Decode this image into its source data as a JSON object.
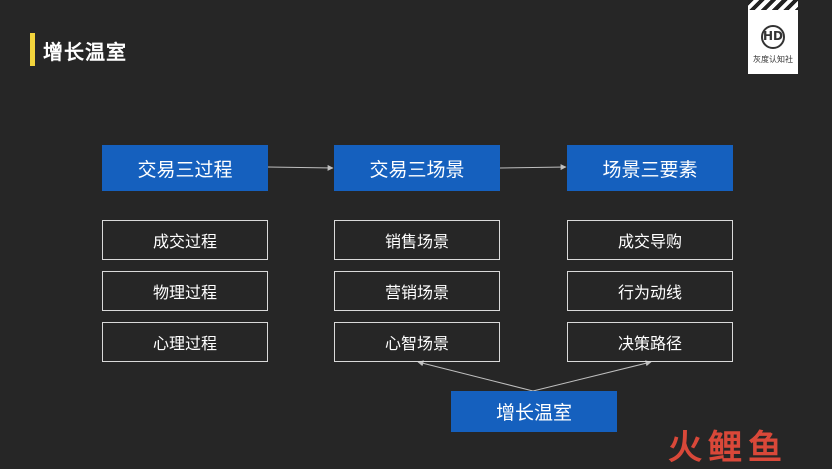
{
  "header": {
    "title": "增长温室"
  },
  "logo": {
    "mark": "HD",
    "caption": "灰度认知社"
  },
  "columns": [
    {
      "heading": "交易三过程",
      "items": [
        "成交过程",
        "物理过程",
        "心理过程"
      ]
    },
    {
      "heading": "交易三场景",
      "items": [
        "销售场景",
        "营销场景",
        "心智场景"
      ]
    },
    {
      "heading": "场景三要素",
      "items": [
        "成交导购",
        "行为动线",
        "决策路径"
      ]
    }
  ],
  "bottom": {
    "label": "增长温室"
  },
  "watermark": {
    "text": "火鲤鱼"
  },
  "colors": {
    "background": "#262626",
    "accent_yellow": "#f2d43c",
    "box_blue": "#1560be",
    "outline": "#d9d9d9",
    "watermark_red": "#e34a3b"
  }
}
